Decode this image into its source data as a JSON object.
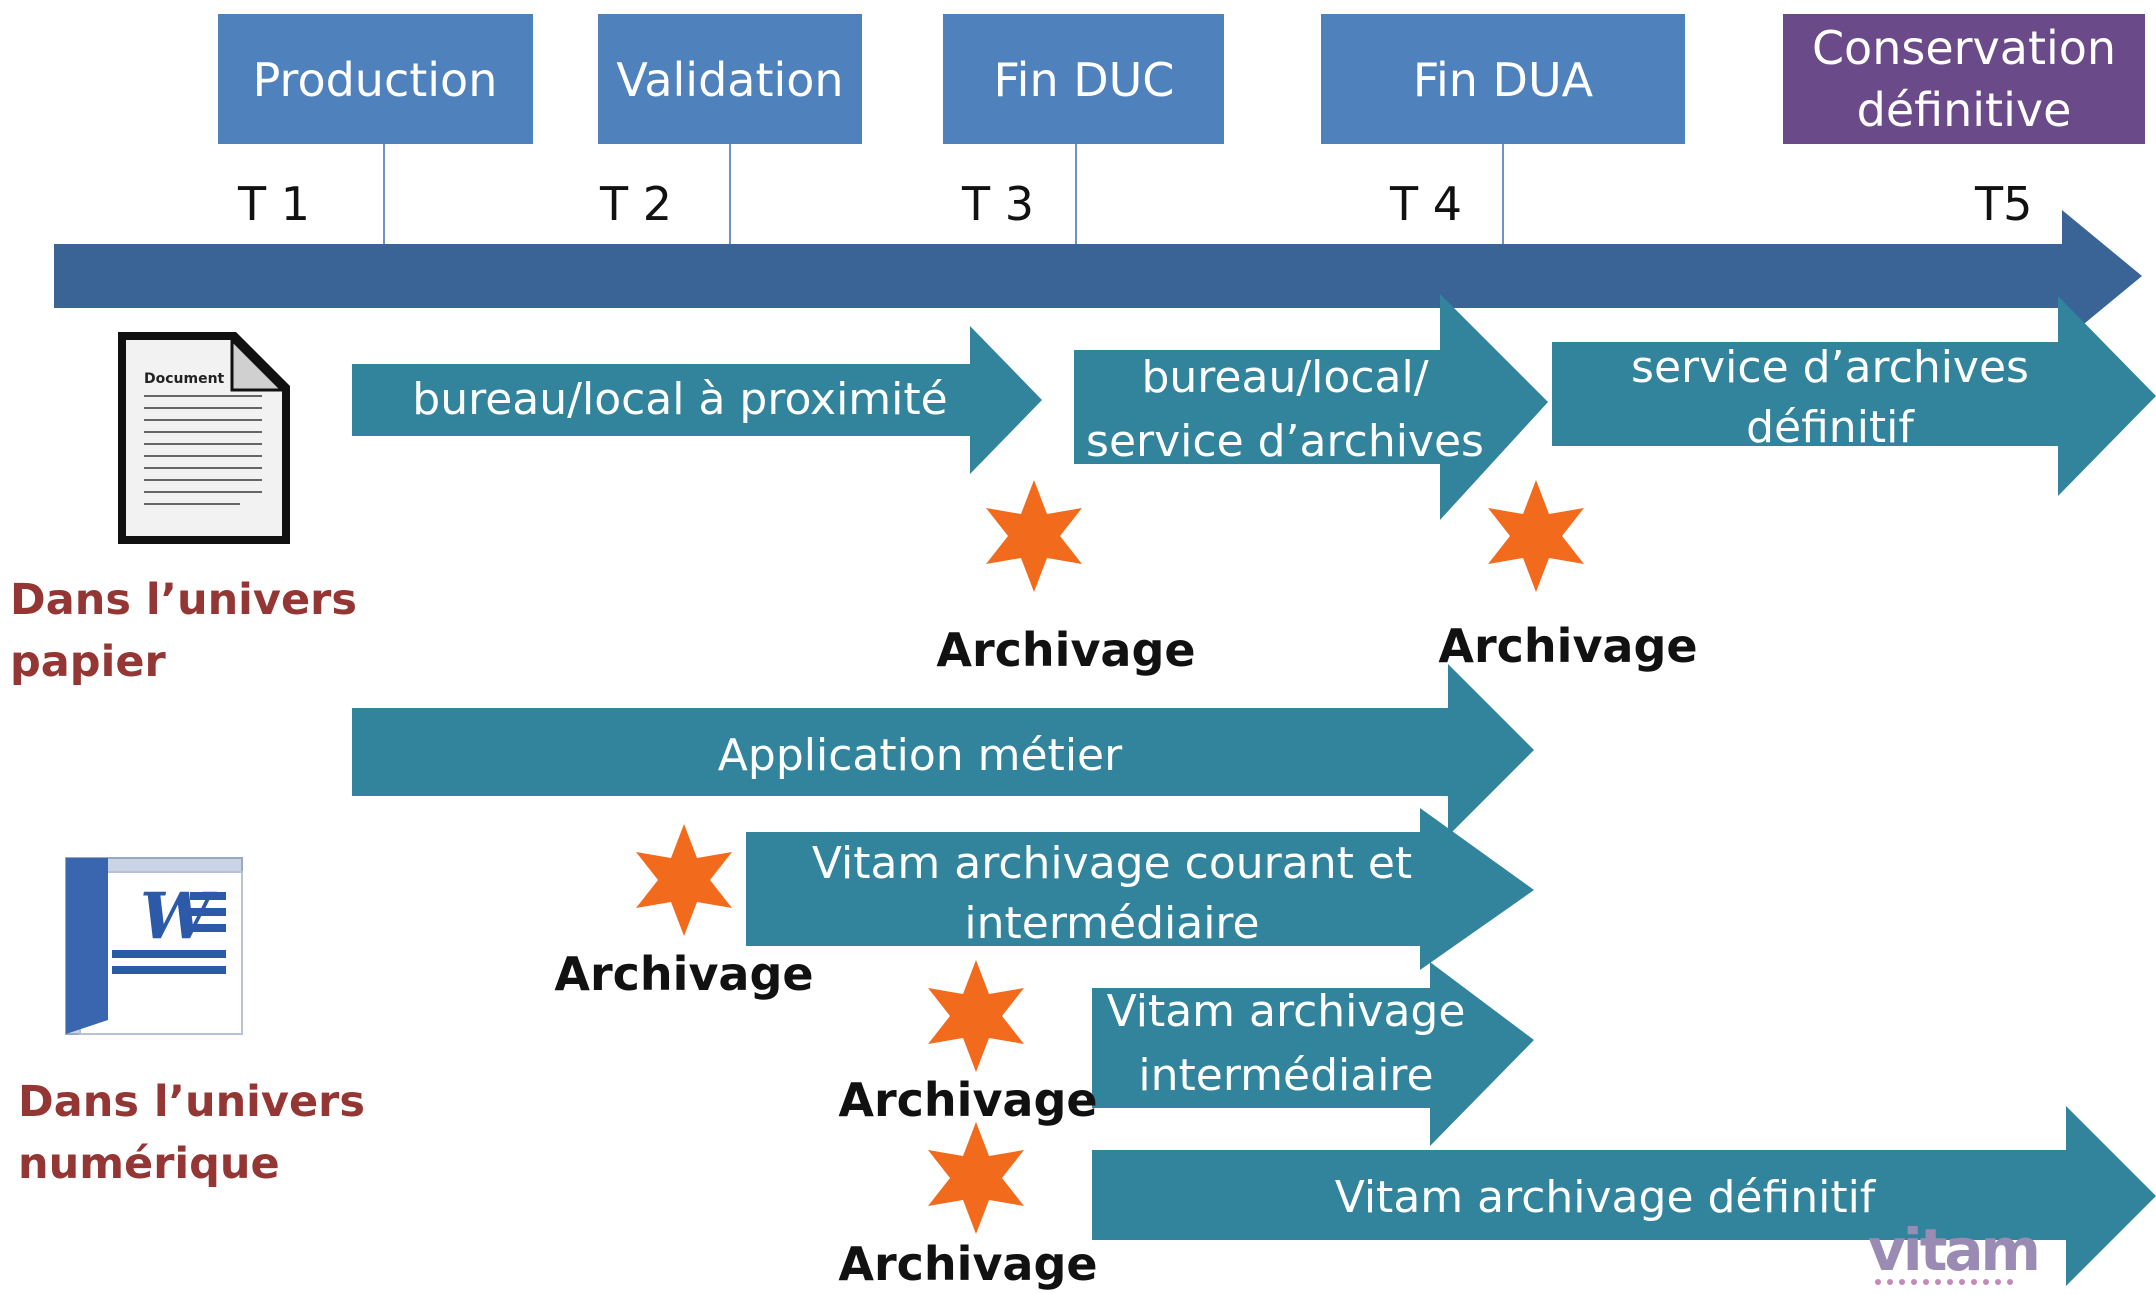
{
  "colors": {
    "phase": "#4f81bd",
    "phase_final": "#6b4a8a",
    "timeline": "#3b6496",
    "arrow": "#31849b",
    "star": "#f26b1d",
    "univers": "#943634",
    "logo": "#9a8bb5"
  },
  "phases": [
    {
      "label": "Production"
    },
    {
      "label": "Validation"
    },
    {
      "label": "Fin DUC"
    },
    {
      "label": "Fin DUA"
    },
    {
      "line1": "Conservation",
      "line2": "définitive"
    }
  ],
  "ticks": [
    "T 1",
    "T 2",
    "T 3",
    "T 4",
    "T5"
  ],
  "paper": {
    "univers_line1": "Dans l’univers",
    "univers_line2": "papier",
    "doc_icon": "document-icon",
    "doc_title": "Document",
    "arrow1": "bureau/local à proximité",
    "arrow2_line1": "bureau/local/",
    "arrow2_line2": "service d’archives",
    "arrow3_line1": "service d’archives",
    "arrow3_line2": "définitif"
  },
  "digital": {
    "univers_line1": "Dans l’univers",
    "univers_line2": "numérique",
    "word_icon": "word-document-icon",
    "word_letter": "W",
    "arrow1": "Application métier",
    "arrow2_line1": "Vitam archivage courant et",
    "arrow2_line2": "intermédiaire",
    "arrow3_line1": "Vitam archivage",
    "arrow3_line2": "intermédiaire",
    "arrow4": "Vitam archivage définitif"
  },
  "archivage_label": "Archivage",
  "star_icon": "star-icon",
  "logo": "vitam"
}
